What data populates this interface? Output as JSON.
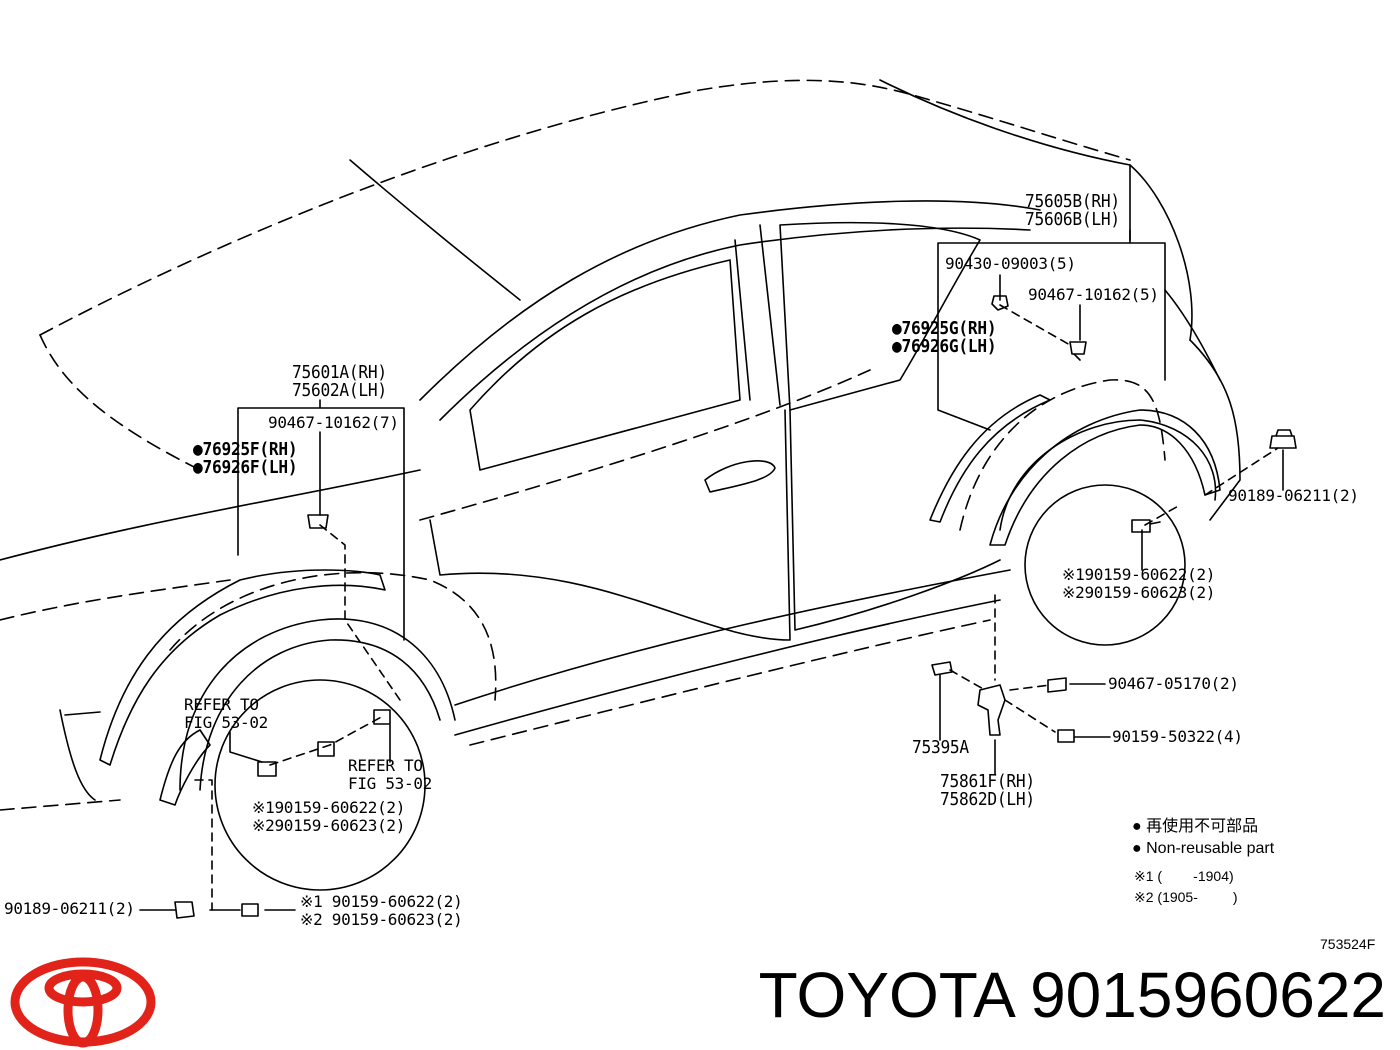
{
  "labels": {
    "rear_moulding": [
      "75605B(RH)",
      "75606B(LH)"
    ],
    "rear_bolt": "90430-09003(5)",
    "rear_clip": "90467-10162(5)",
    "rear_nonreusable": [
      "76925G(RH)",
      "76926G(LH)"
    ],
    "rear_screw_right": "90189-06211(2)",
    "rear_wheel_screws": [
      "90159-60622(2)",
      "90159-60623(2)"
    ],
    "rocker_clip": "90467-05170(2)",
    "rocker_screw": "90159-50322(4)",
    "rocker_bracket": "75395A",
    "rocker_moulding": [
      "75861F(RH)",
      "75862D(LH)"
    ],
    "front_moulding": [
      "75601A(RH)",
      "75602A(LH)"
    ],
    "front_clip": "90467-10162(7)",
    "front_nonreusable": [
      "76925F(RH)",
      "76926F(LH)"
    ],
    "refer_1": [
      "REFER TO",
      "FIG 53-02"
    ],
    "refer_2": [
      "REFER TO",
      "FIG 53-02"
    ],
    "front_wheel_screws": [
      "190159-60622(2)",
      "290159-60623(2)"
    ],
    "front_bottom_screw": "90189-06211(2)",
    "front_bottom_screws2": [
      "90159-60622(2)",
      "90159-60623(2)"
    ]
  },
  "marks": {
    "ref1": "※1",
    "ref2": "※2",
    "ref": "※",
    "dot": "●"
  },
  "legend": {
    "jp": "再使用不可部品",
    "en": "Non-reusable part",
    "note1": "※1 (        -1904)",
    "note2": "※2 (1905-         )"
  },
  "diagram_code": "753524F",
  "brand_text": "TOYOTA 9015960622",
  "colors": {
    "logo": "#e2231a",
    "ink": "#000000"
  }
}
